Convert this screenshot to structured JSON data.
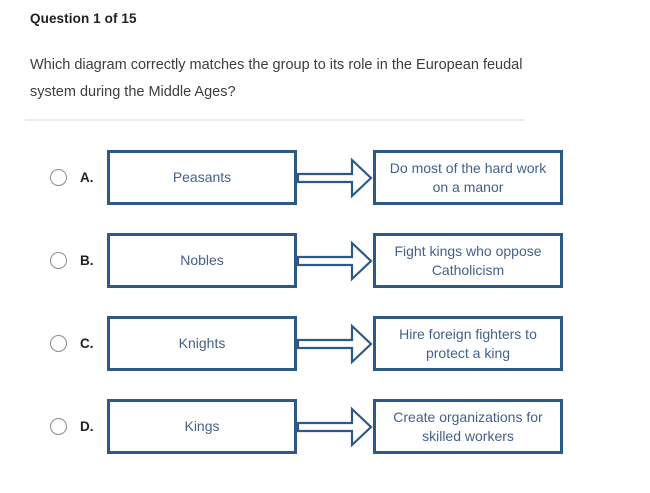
{
  "header": {
    "title": "Question 1 of 15"
  },
  "question": {
    "text": "Which diagram correctly matches the group to its role in the European feudal system during the Middle Ages?"
  },
  "options": [
    {
      "letter": "A.",
      "group": "Peasants",
      "role": "Do most of the hard work on a manor"
    },
    {
      "letter": "B.",
      "group": "Nobles",
      "role": "Fight kings who oppose Catholicism"
    },
    {
      "letter": "C.",
      "group": "Knights",
      "role": "Hire foreign fighters to protect a king"
    },
    {
      "letter": "D.",
      "group": "Kings",
      "role": "Create organizations for skilled workers"
    }
  ],
  "icons": {
    "arrow": "right-block-arrow-icon"
  },
  "colors": {
    "box_border": "#2d5986",
    "box_text": "#44618b",
    "arrow_stroke": "#2d5986",
    "divider": "#ececec",
    "heading_text": "#212121",
    "body_text": "#3d3d3d",
    "radio_border": "#8c8c8c",
    "background": "#ffffff"
  }
}
